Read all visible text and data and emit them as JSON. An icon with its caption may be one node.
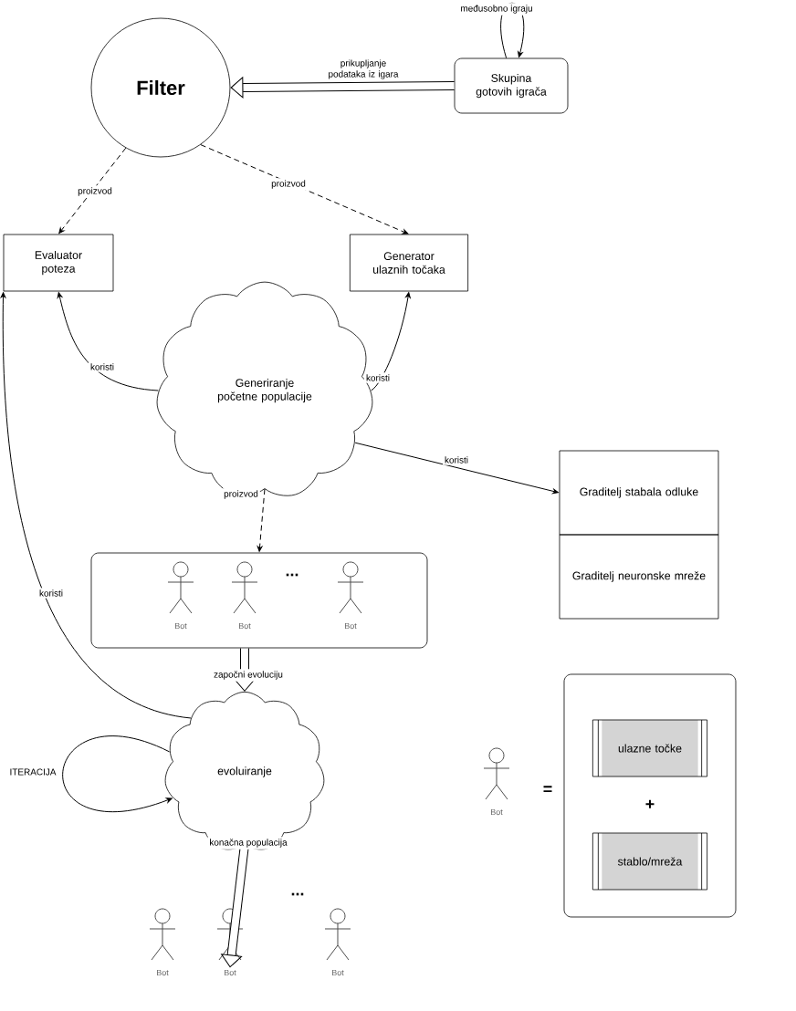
{
  "diagram": {
    "nodes": [
      {
        "text": [
          "Filter"
        ]
      },
      {
        "text": [
          "Skupina gotovih igrača"
        ]
      },
      {
        "text": [
          "Evaluator poteza"
        ]
      },
      {
        "text": [
          "Generator ulaznih točaka"
        ]
      },
      {
        "text": [
          "Generiranje početne populacije"
        ]
      },
      {
        "text": [
          "Graditelj stabala odluke"
        ]
      },
      {
        "text": [
          "Graditelj neuronske mreže"
        ]
      },
      {
        "text": [],
        "shape": "box"
      },
      {
        "text": [
          "Bot"
        ],
        "in": 7
      },
      {
        "text": [
          "Bot"
        ],
        "in": 7
      },
      {
        "text": [
          "Bot"
        ],
        "in": 7
      },
      {
        "text": [
          "evoluiranje"
        ]
      },
      {
        "text": [
          "Bot"
        ]
      },
      {
        "text": [
          "Bot"
        ]
      },
      {
        "text": [
          "Bot"
        ]
      },
      {
        "text": [
          "Bot"
        ]
      },
      {
        "text": [],
        "shape": "box"
      },
      {
        "text": [
          "ulazne točke"
        ],
        "in": 16
      },
      {
        "text": [
          "stablo/mreža"
        ],
        "in": 16
      }
    ],
    "edges": [
      {
        "from": 1,
        "to": 0,
        "arrow": "to",
        "label": "prikupljanje podataka iz igara",
        "style": "thick"
      },
      {
        "from": 1,
        "to": 1,
        "arrow": "to",
        "label": "međusobno igraju"
      },
      {
        "from": 0,
        "to": 2,
        "arrow": "to",
        "label": "proizvod",
        "style": "dashed"
      },
      {
        "from": 0,
        "to": 3,
        "arrow": "to",
        "label": "proizvod",
        "style": "dashed"
      },
      {
        "from": 4,
        "to": 2,
        "arrow": "to",
        "label": "koristi"
      },
      {
        "from": 4,
        "to": 3,
        "arrow": "to",
        "label": "koristi"
      },
      {
        "from": 4,
        "to": 5,
        "arrow": "to",
        "label": "koristi"
      },
      {
        "from": 4,
        "to": 7,
        "arrow": "to",
        "label": "proizvod",
        "style": "dashed"
      },
      {
        "from": 7,
        "to": 11,
        "arrow": "to",
        "label": "započni evoluciju",
        "style": "thick"
      },
      {
        "from": 11,
        "to": 2,
        "arrow": "to",
        "label": "koristi"
      },
      {
        "from": 11,
        "to": 11,
        "arrow": "to",
        "label": "ITERACIJA"
      },
      {
        "from": 11,
        "to": 13,
        "arrow": "to",
        "label": "konačna populacija",
        "style": "thick"
      }
    ],
    "labels": [
      "...",
      "...",
      "=",
      "+"
    ]
  }
}
